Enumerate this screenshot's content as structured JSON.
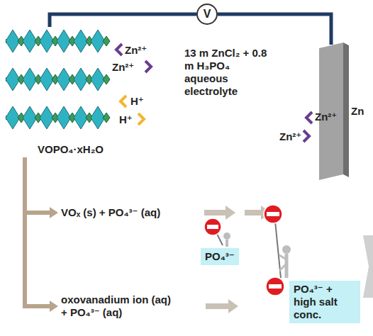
{
  "diagram": {
    "nodes": [
      {
        "text": [
          "V"
        ]
      },
      {
        "text": [
          "VOPO₄·xH₂O"
        ]
      },
      {
        "text": [
          "Zn"
        ]
      },
      {
        "text": [
          "PO₄³⁻"
        ]
      },
      {
        "text": [
          "PO₄³⁻ + high salt conc."
        ]
      }
    ],
    "edges": [
      {
        "from": 1,
        "to": 0,
        "arrow": "none"
      },
      {
        "from": 0,
        "to": 2,
        "arrow": "none"
      }
    ],
    "labels": [
      "Zn²⁺",
      "Zn²⁺",
      "H⁺",
      "H⁺",
      "13 m ZnCl₂ + 0.8 m H₃PO₄ aqueous electrolyte",
      "Zn²⁺",
      "Zn²⁺",
      "VOₓ (s) + PO₄³⁻ (aq)",
      "oxovanadium ion (aq) + PO₄³⁻ (aq)"
    ]
  }
}
